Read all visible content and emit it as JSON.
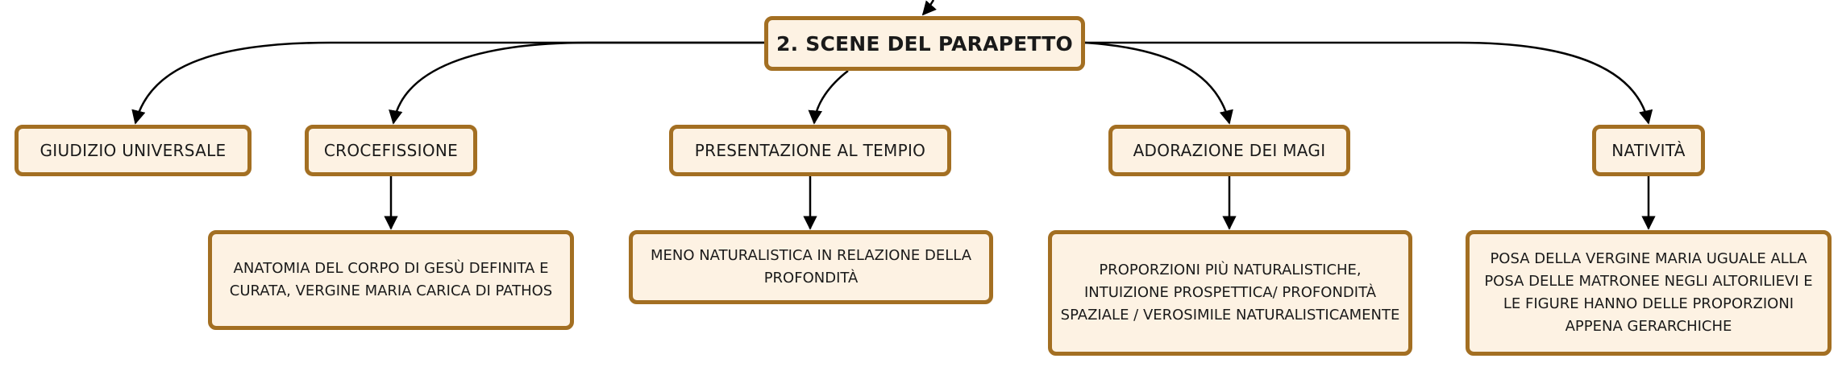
{
  "colors": {
    "node_fill": "#fdf2e3",
    "node_border": "#a36f22",
    "connector": "#000000",
    "text": "#1a1a1a"
  },
  "root": {
    "label": "2. SCENE DEL PARAPETTO"
  },
  "categories": [
    {
      "id": "giudizio",
      "label": "GIUDIZIO UNIVERSALE"
    },
    {
      "id": "crocefissione",
      "label": "CROCEFISSIONE"
    },
    {
      "id": "presentazione",
      "label": "PRESENTAZIONE AL TEMPIO"
    },
    {
      "id": "adorazione",
      "label": "ADORAZIONE DEI MAGI"
    },
    {
      "id": "nativita",
      "label": "NATIVITÀ"
    }
  ],
  "descriptions": {
    "crocefissione": [
      "ANATOMIA DEL CORPO DI GESÙ DEFINITA E",
      "CURATA, VERGINE MARIA CARICA DI PATHOS"
    ],
    "presentazione": [
      "MENO NATURALISTICA IN RELAZIONE DELLA",
      "PROFONDITÀ"
    ],
    "adorazione": [
      "PROPORZIONI PIÙ NATURALISTICHE,",
      "INTUIZIONE PROSPETTICA/ PROFONDITÀ",
      "SPAZIALE / VEROSIMILE NATURALISTICAMENTE"
    ],
    "nativita": [
      "POSA DELLA VERGINE MARIA UGUALE ALLA",
      "POSA DELLE MATRONEE NEGLI ALTORILIEVI E",
      "LE FIGURE HANNO DELLE PROPORZIONI",
      "APPENA GERARCHICHE"
    ]
  }
}
